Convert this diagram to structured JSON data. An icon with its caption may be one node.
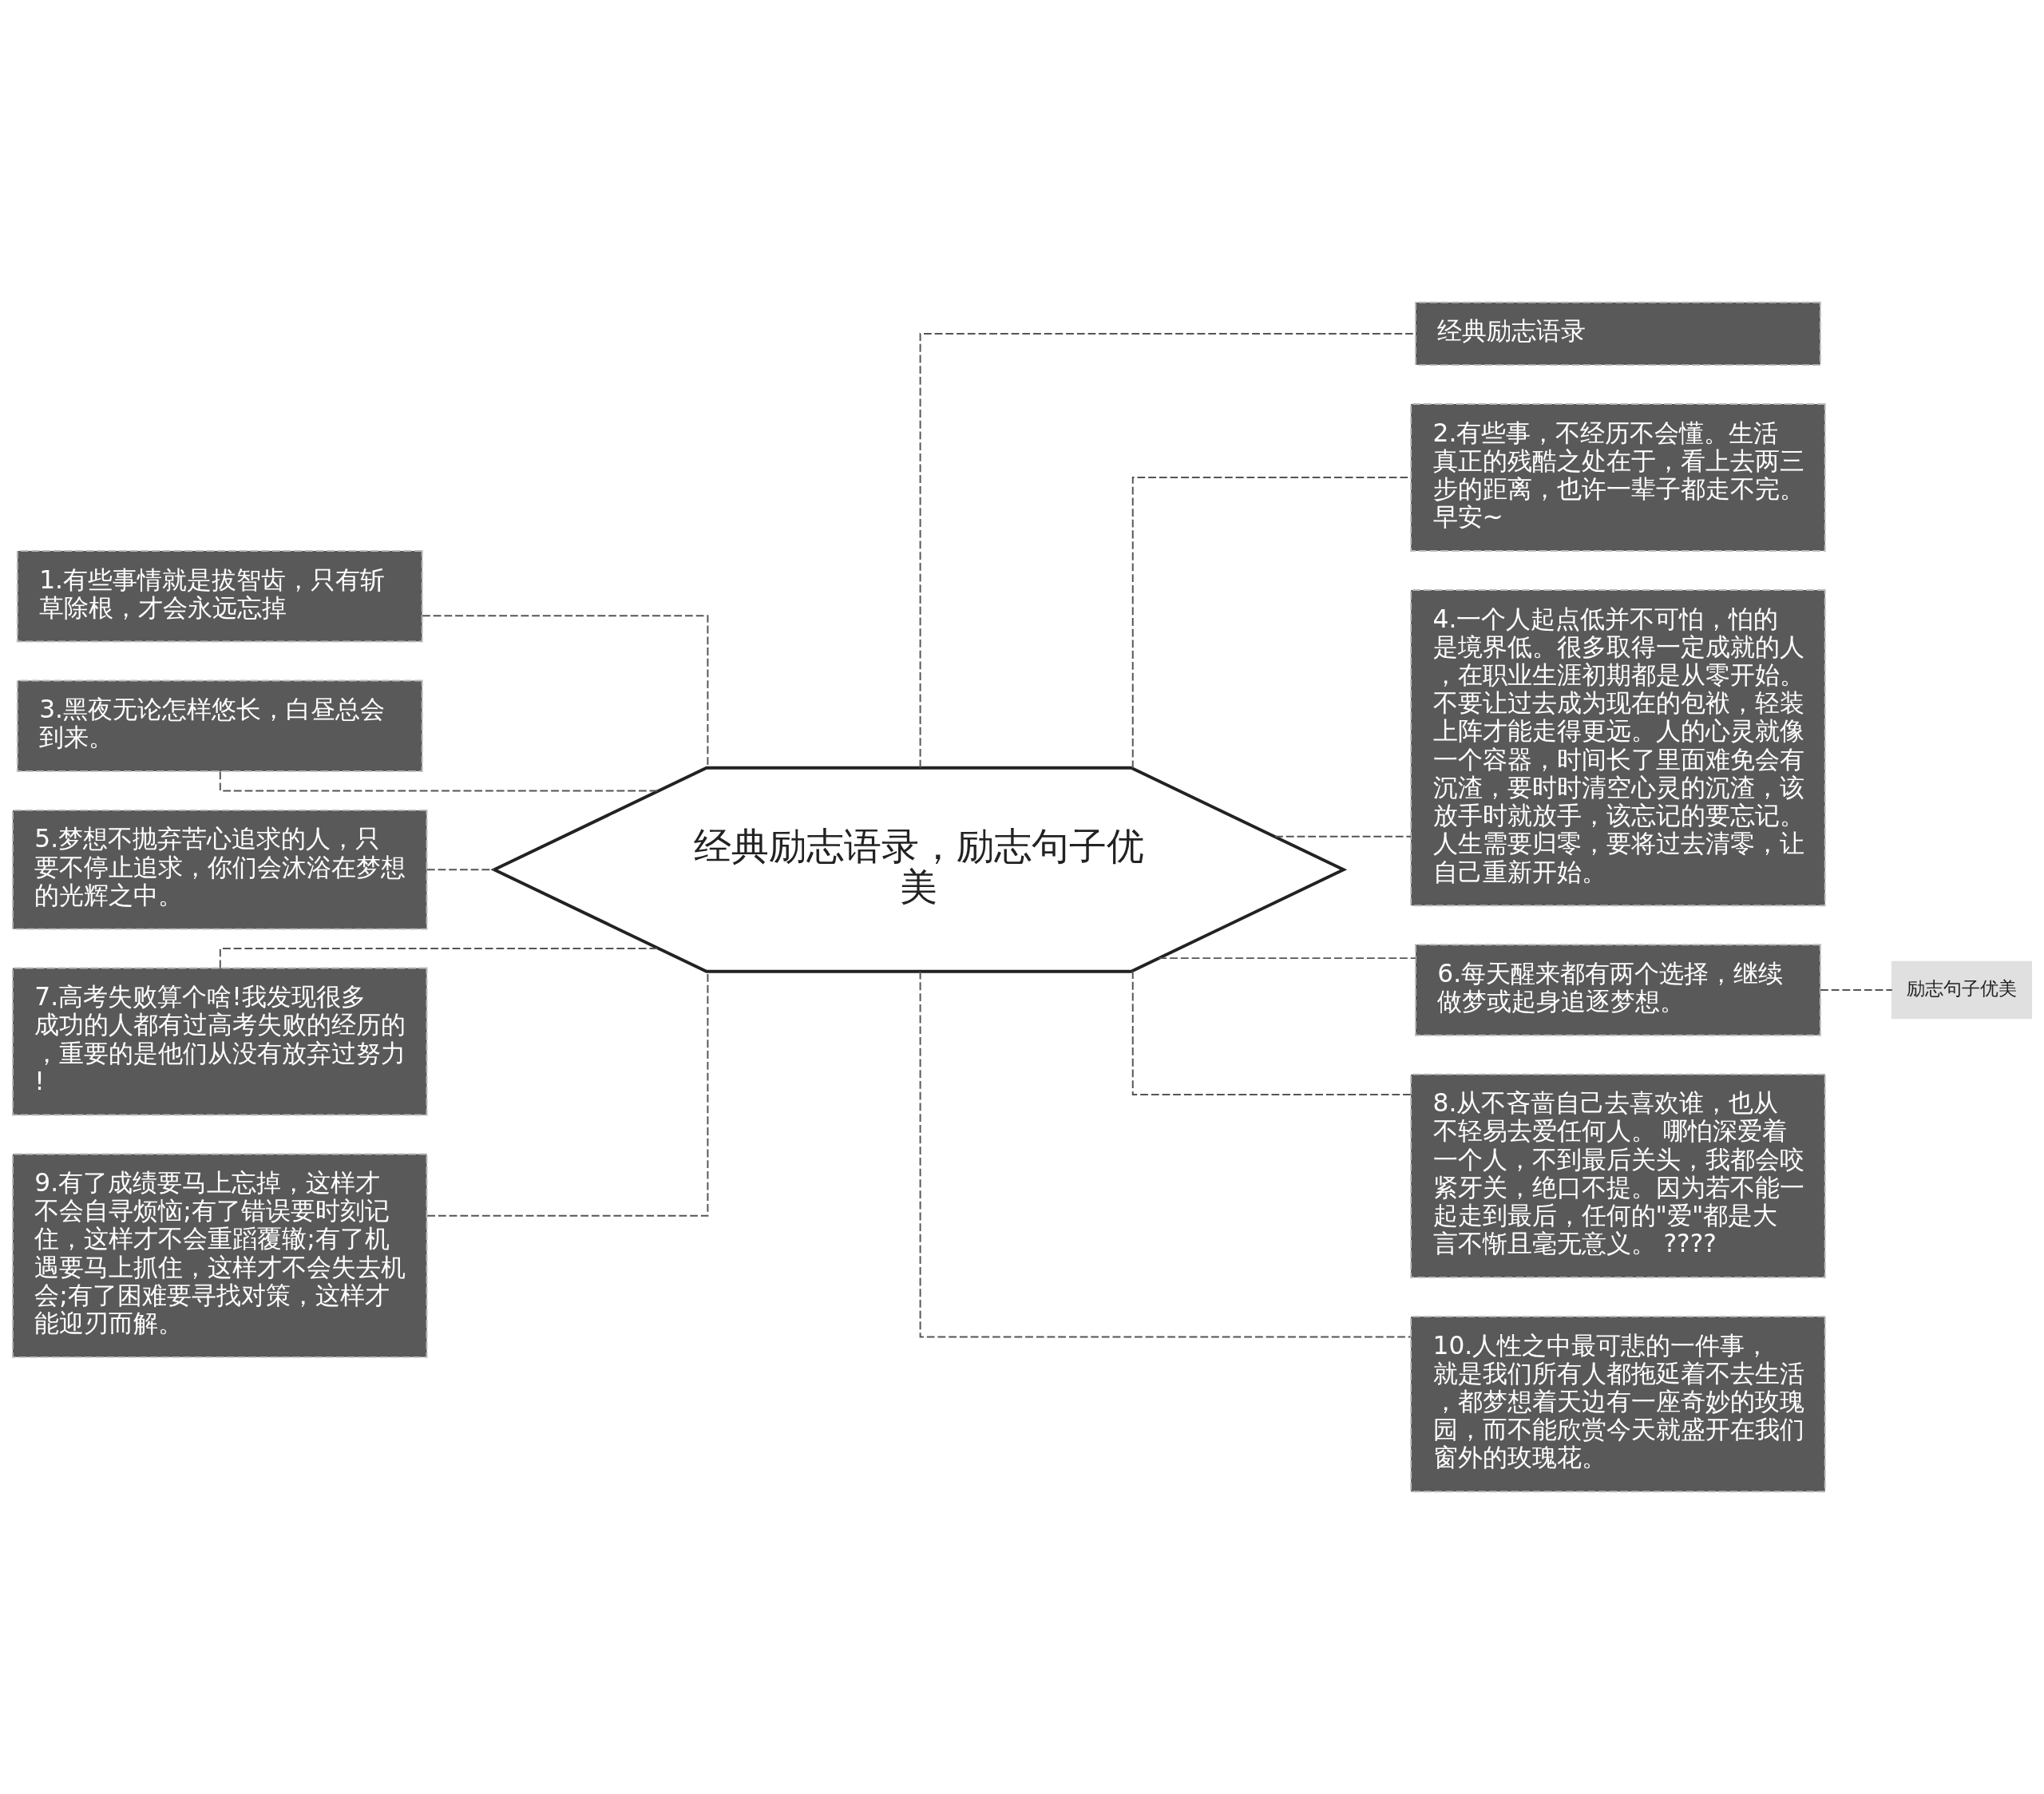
{
  "diagram": {
    "nodes": [
      {
        "text": [
          "经典励志语录，励志句子优美"
        ]
      },
      {
        "text": [
          "经典励志语录"
        ]
      },
      {
        "text": [
          "2.有些事，不经历不会懂。生活真正的残酷之处在于，看上去两三步的距离，也许一辈子都走不完。早安~"
        ]
      },
      {
        "text": [
          "4.一个人起点低并不可怕，怕的是境界低。很多取得一定成就的人，在职业生涯初期都是从零开始。不要让过去成为现在的包袱，轻装上阵才能走得更远。人的心灵就像一个容器，时间长了里面难免会有沉渣，要时时清空心灵的沉渣，该放手时就放手，该忘记的要忘记。人生需要归零，要将过去清零，让自己重新开始。"
        ]
      },
      {
        "text": [
          "6.每天醒来都有两个选择，继续做梦或起身追逐梦想。"
        ]
      },
      {
        "text": [
          "励志句子优美"
        ]
      },
      {
        "text": [
          "8.从不吝啬自己去喜欢谁，也从不轻易去爱任何人。 哪怕深爱着一个人，不到最后关头，我都会咬紧牙关，绝口不提。因为若不能一起走到最后，任何的\"爱\"都是大言不惭且毫无意义。 ????"
        ]
      },
      {
        "text": [
          "10.人性之中最可悲的一件事，就是我们所有人都拖延着不去生活，都梦想着天边有一座奇妙的玫瑰园，而不能欣赏今天就盛开在我们窗外的玫瑰花。"
        ]
      },
      {
        "text": [
          "1.有些事情就是拔智齿，只有斩草除根，才会永远忘掉"
        ]
      },
      {
        "text": [
          "3.黑夜无论怎样悠长，白昼总会到来。"
        ]
      },
      {
        "text": [
          "5.梦想不抛弃苦心追求的人，只要不停止追求，你们会沐浴在梦想的光辉之中。"
        ]
      },
      {
        "text": [
          "7.高考失败算个啥!我发现很多成功的人都有过高考失败的经历的，重要的是他们从没有放弃过努力!"
        ]
      },
      {
        "text": [
          "9.有了成绩要马上忘掉，这样才不会自寻烦恼;有了错误要时刻记住，这样才不会重蹈覆辙;有了机遇要马上抓住，这样才不会失去机会;有了困难要寻找对策，这样才能迎刃而解。"
        ]
      }
    ],
    "edges": [
      {
        "from": 0,
        "to": 1,
        "arrow": "none",
        "style": "dashed"
      },
      {
        "from": 0,
        "to": 2,
        "arrow": "none",
        "style": "dashed"
      },
      {
        "from": 0,
        "to": 3,
        "arrow": "none",
        "style": "dashed"
      },
      {
        "from": 0,
        "to": 4,
        "arrow": "none",
        "style": "dashed"
      },
      {
        "from": 4,
        "to": 5,
        "arrow": "none",
        "style": "dashed"
      },
      {
        "from": 0,
        "to": 6,
        "arrow": "none",
        "style": "dashed"
      },
      {
        "from": 0,
        "to": 7,
        "arrow": "none",
        "style": "dashed"
      },
      {
        "from": 8,
        "to": 0,
        "arrow": "none",
        "style": "dashed"
      },
      {
        "from": 9,
        "to": 0,
        "arrow": "none",
        "style": "dashed"
      },
      {
        "from": 10,
        "to": 0,
        "arrow": "none",
        "style": "dashed"
      },
      {
        "from": 11,
        "to": 0,
        "arrow": "none",
        "style": "dashed"
      },
      {
        "from": 12,
        "to": 0,
        "arrow": "none",
        "style": "dashed"
      }
    ]
  }
}
